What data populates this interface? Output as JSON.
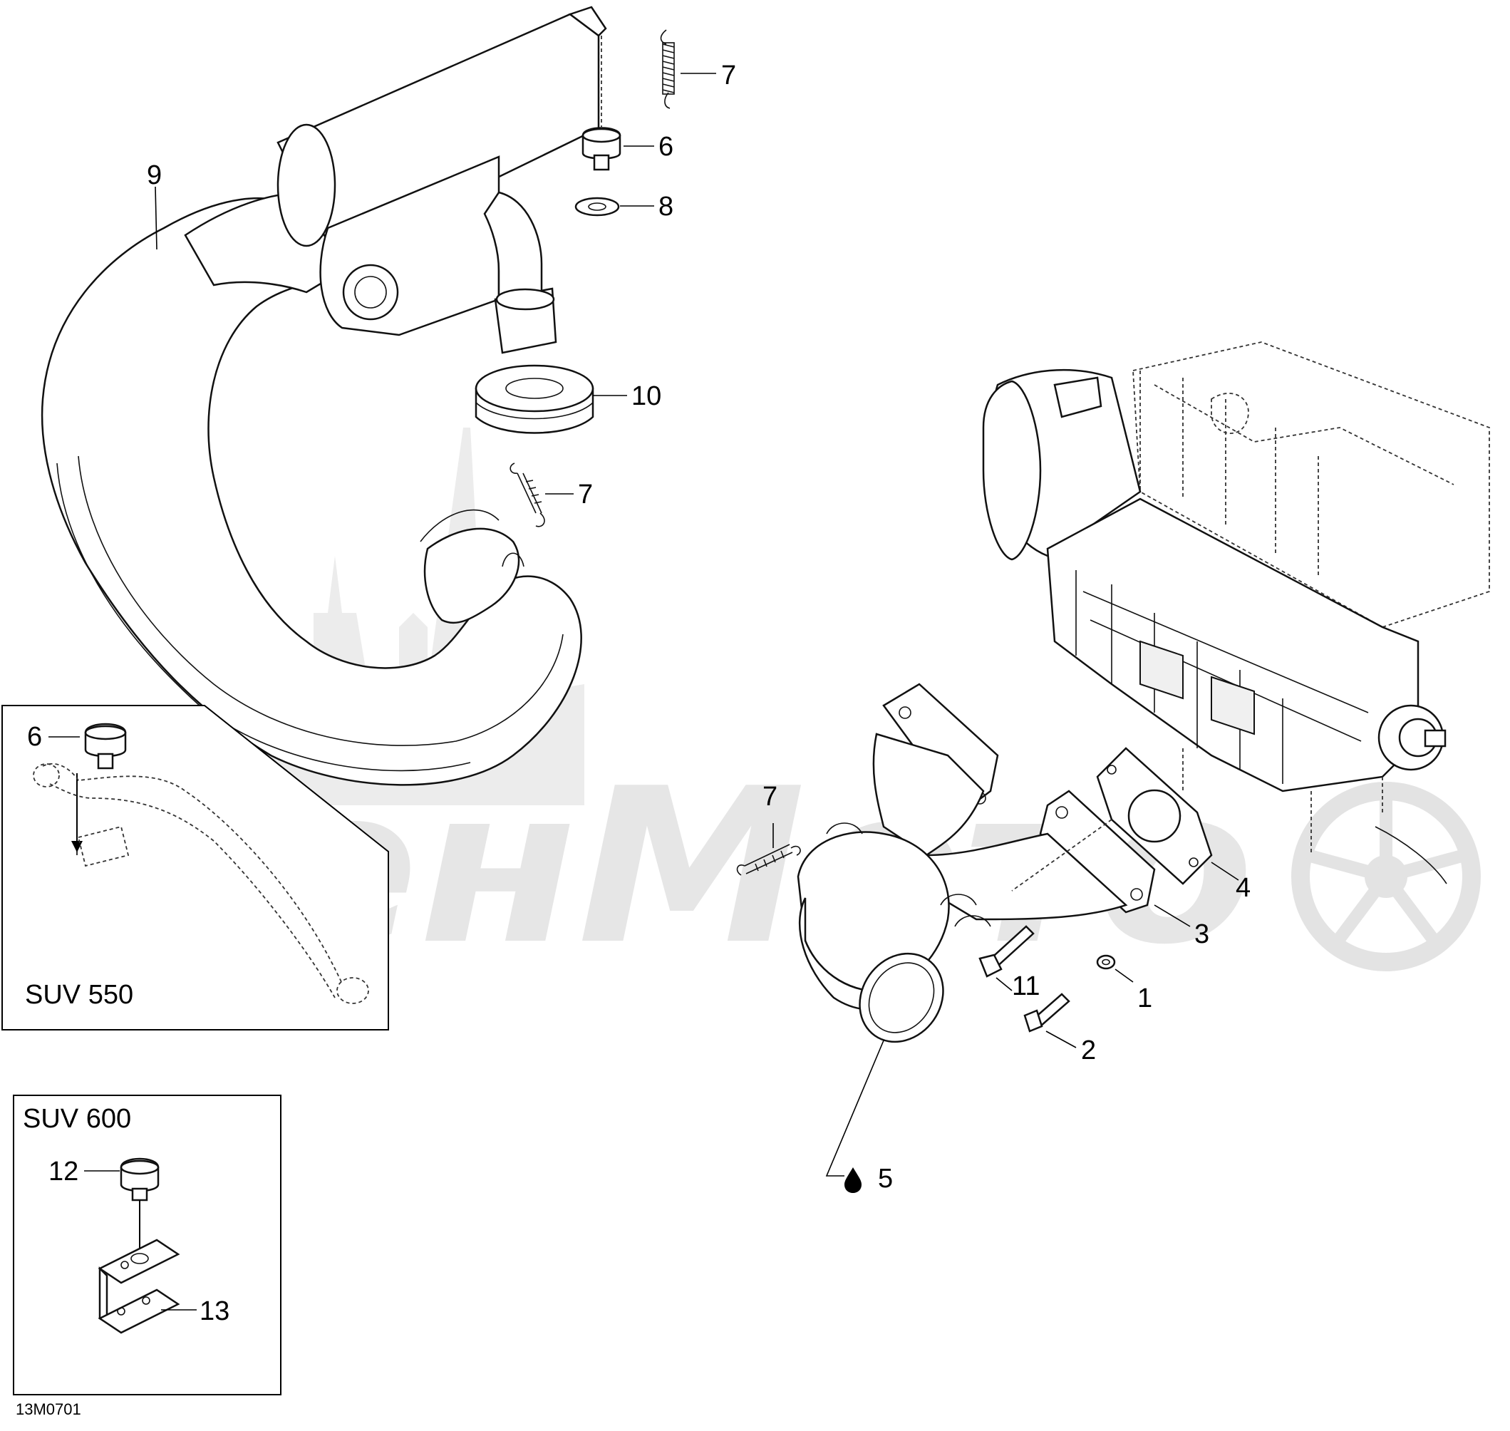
{
  "diagram": {
    "watermark_text": "AeнMoто",
    "image_code": "13M0701",
    "callouts": {
      "c1": "1",
      "c2": "2",
      "c3": "3",
      "c4": "4",
      "c5": "5",
      "c6": "6",
      "c7a": "7",
      "c7b": "7",
      "c7c": "7",
      "c8": "8",
      "c9": "9",
      "c10": "10",
      "c11": "11"
    },
    "suv550_box": {
      "title": "SUV 550",
      "callout_6": "6"
    },
    "suv600_box": {
      "title": "SUV 600",
      "callout_12": "12",
      "callout_13": "13"
    },
    "icons": [
      "oil-drop-icon"
    ]
  }
}
